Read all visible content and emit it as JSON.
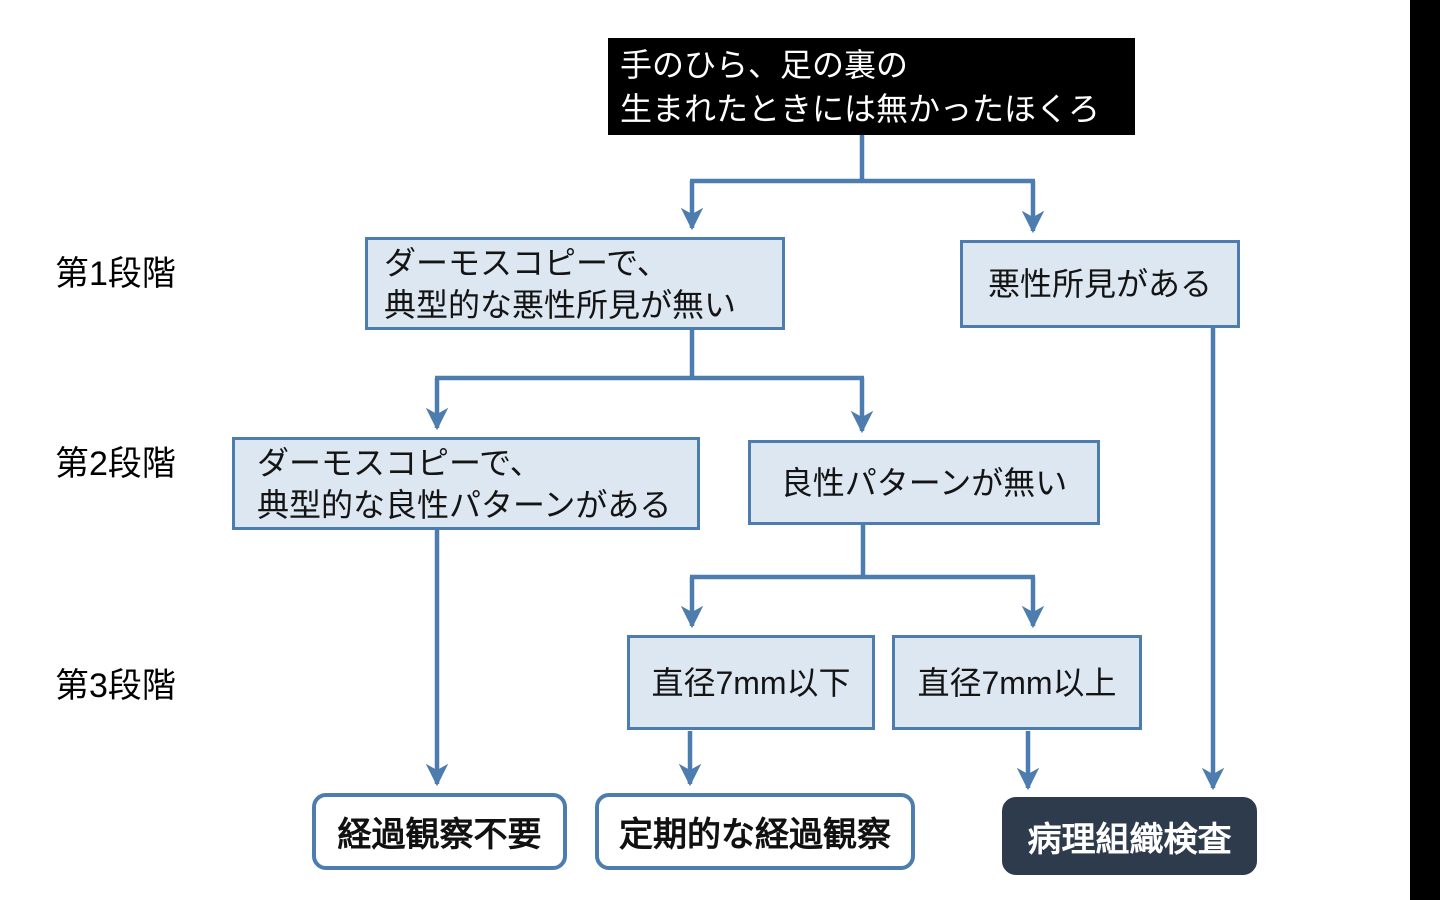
{
  "diagram": {
    "root": {
      "line1": "手のひら、足の裏の",
      "line2": "生まれたときには無かったほくろ"
    },
    "stage_labels": {
      "stage1": "第1段階",
      "stage2": "第2段階",
      "stage3": "第3段階"
    },
    "stage1": {
      "no_malignant": {
        "line1": "ダーモスコピーで、",
        "line2": "典型的な悪性所見が無い"
      },
      "malignant": "悪性所見がある"
    },
    "stage2": {
      "benign_pattern": {
        "line1": "ダーモスコピーで、",
        "line2": "典型的な良性パターンがある"
      },
      "no_benign_pattern": "良性パターンが無い"
    },
    "stage3": {
      "under_7mm": "直径7mm以下",
      "over_7mm": "直径7mm以上"
    },
    "outcomes": {
      "no_followup": "経過観察不要",
      "periodic_followup": "定期的な経過観察",
      "biopsy": "病理組織検査"
    },
    "colors": {
      "node_fill": "#dde7f2",
      "node_border": "#4d7cae",
      "connector": "#4d7cae",
      "root_fill": "#000000",
      "root_text": "#ffffff",
      "dark_node_fill": "#2e3b4d",
      "dark_node_text": "#ffffff"
    }
  }
}
